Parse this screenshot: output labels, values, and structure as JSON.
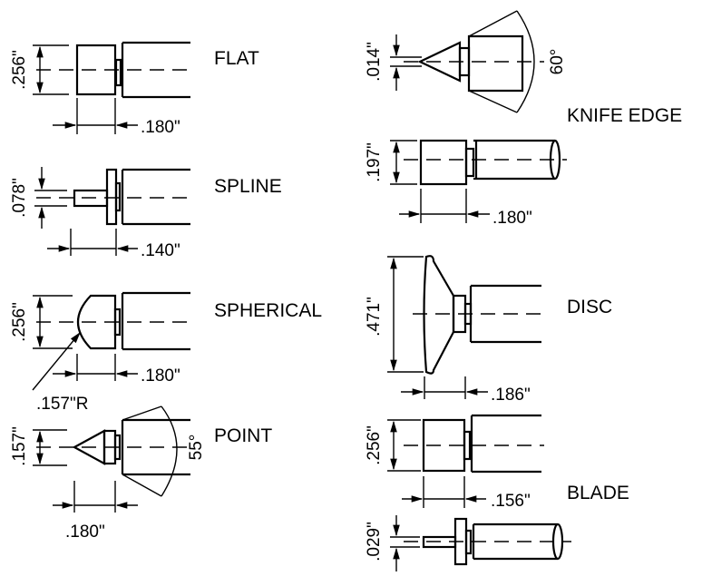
{
  "tips": [
    {
      "name": "FLAT",
      "dims": [
        ".256\"",
        ".180\""
      ]
    },
    {
      "name": "SPLINE",
      "dims": [
        ".078\"",
        ".140\""
      ]
    },
    {
      "name": "SPHERICAL",
      "dims": [
        ".256\"",
        ".180\"",
        ".157\"R"
      ]
    },
    {
      "name": "POINT",
      "dims": [
        ".157\"",
        "55°",
        ".180\""
      ]
    },
    {
      "name": "KNIFE EDGE",
      "dims": [
        ".014\"",
        "60°"
      ]
    },
    {
      "name": "",
      "dims": [
        ".197\"",
        ".180\""
      ]
    },
    {
      "name": "DISC",
      "dims": [
        ".471\"",
        ".186\""
      ]
    },
    {
      "name": "BLADE",
      "dims": [
        ".256\"",
        ".156\"",
        ".029\""
      ]
    }
  ]
}
